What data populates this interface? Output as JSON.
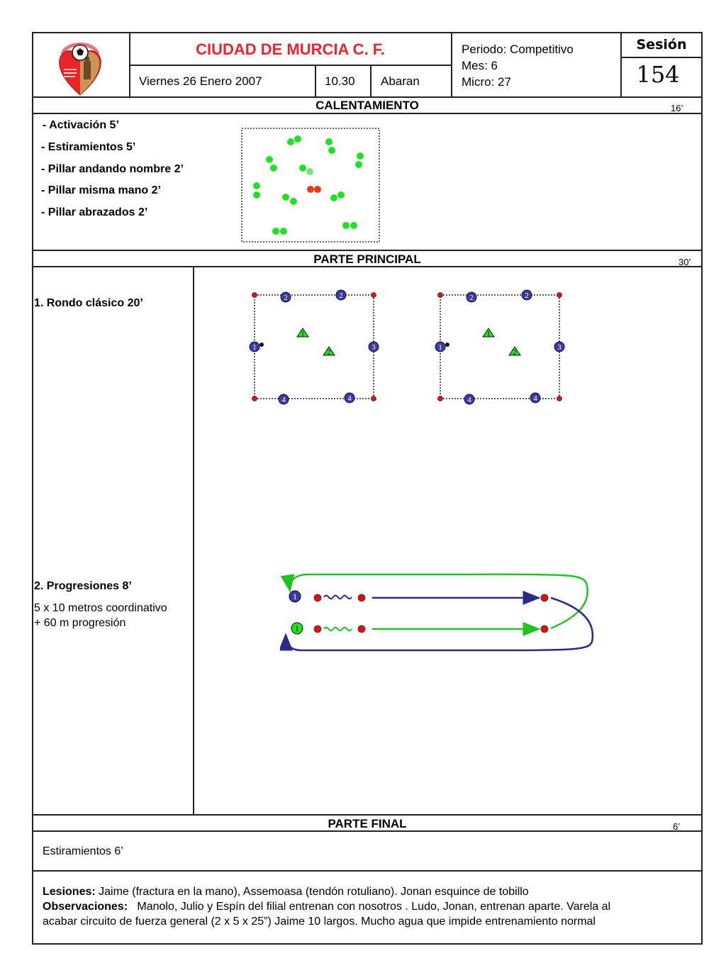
{
  "header": {
    "club": "CIUDAD DE MURCIA C. F.",
    "date": "Viernes 26 Enero 2007",
    "time": "10.30",
    "place": "Abaran",
    "period": "Periodo: Competitivo",
    "month": "Mes: 6",
    "micro": "Micro: 27",
    "session_label": "Sesión",
    "session_number": "154"
  },
  "warmup": {
    "title": "CALENTAMIENTO",
    "duration": "16’",
    "items": [
      "-  Activación   5’",
      "- Estiramientos 5’",
      "- Pillar andando nombre 2’",
      "- Pillar misma mano 2’",
      "- Pillar abrazados 2’"
    ]
  },
  "main": {
    "title": "PARTE PRINCIPAL",
    "duration": "30’",
    "exercise1": "1. Rondo clásico 20’",
    "exercise2_title": "2. Progresiones  8’",
    "exercise2_line1": "5 x 10 metros coordinativo",
    "exercise2_line2": "+ 60 m progresión",
    "player_labels": [
      "1",
      "2",
      "3",
      "4"
    ]
  },
  "final": {
    "title": "PARTE FINAL",
    "duration": "6’",
    "text": "Estiramientos  6’"
  },
  "notes": {
    "injuries_label": "Lesiones:",
    "injuries_text": " Jaime (fractura en la mano), Assemoasa (tendón rotuliano). Jonan esquince de tobillo",
    "obs_label": "Observaciones:",
    "obs_text1": "   Manolo, Julio y Espín del filial entrenan con nosotros . Ludo, Jonan, entrenan aparte. Varela al",
    "obs_text2": "acabar circuito de fuerza general (2 x 5 x 25”) Jaime 10 largos. Mucho agua que impide entrenamiento normal"
  },
  "colors": {
    "club_red": "#e8252b",
    "player_green": "#22e022",
    "player_blue": "#3a3aa8",
    "cone_red": "#dd1111",
    "arrow_navy": "#2a2a88"
  }
}
